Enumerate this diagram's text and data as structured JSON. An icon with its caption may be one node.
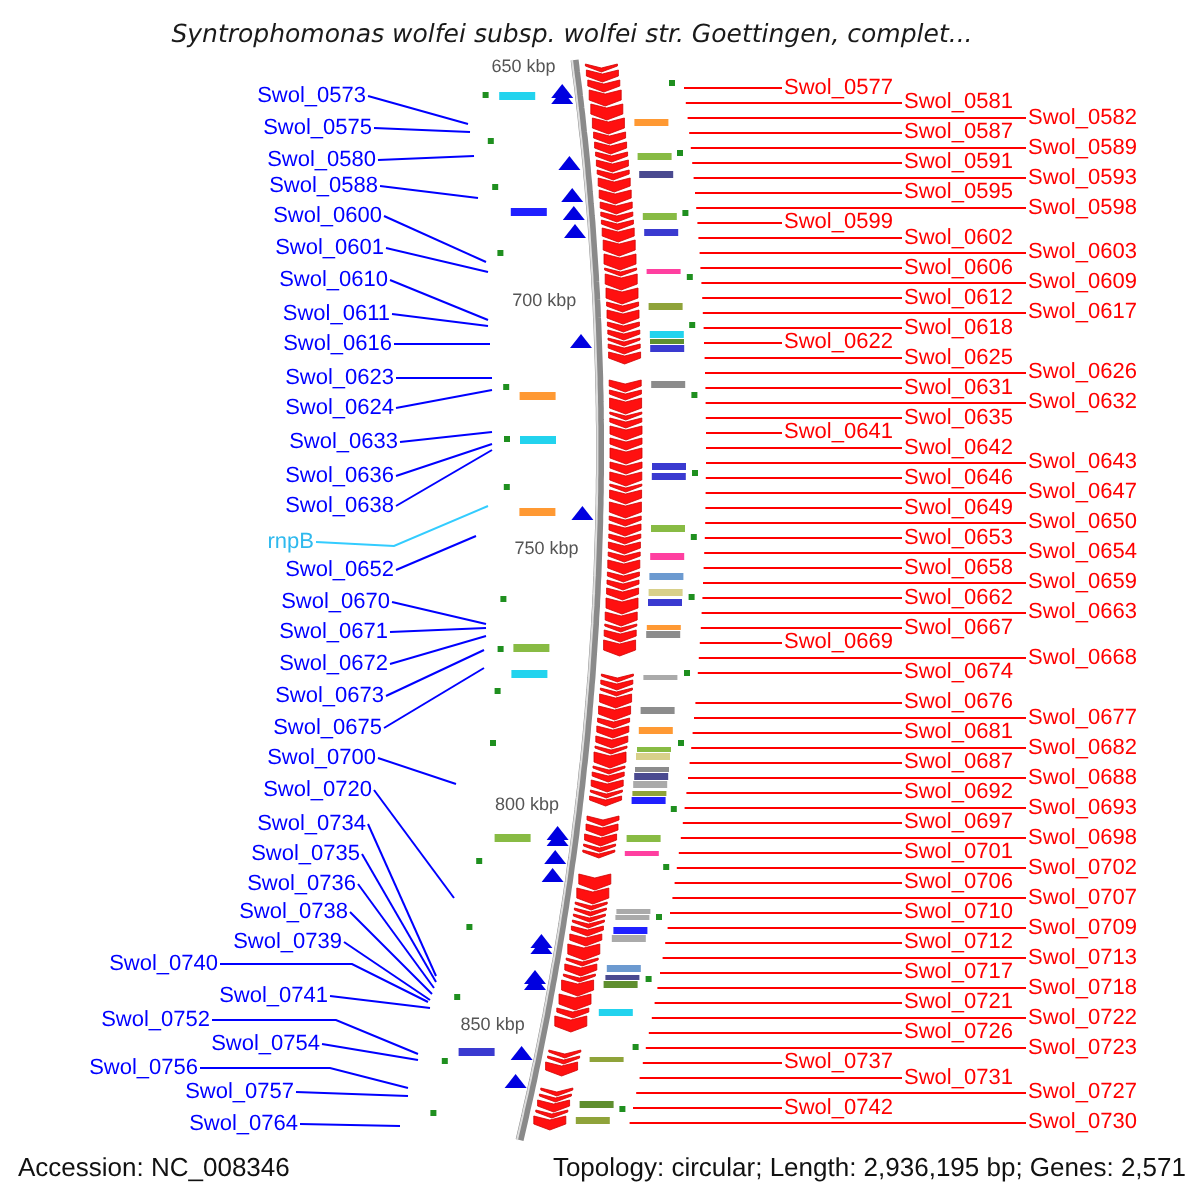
{
  "diagram": {
    "title": "Syntrophomonas wolfei subsp. wolfei str. Goettingen, complet...",
    "nodes": [
      {
        "text": [
          "Swol_0573"
        ]
      },
      {
        "text": [
          "Swol_0575"
        ]
      },
      {
        "text": [
          "Swol_0580"
        ]
      },
      {
        "text": [
          "Swol_0588"
        ]
      },
      {
        "text": [
          "Swol_0600"
        ]
      },
      {
        "text": [
          "Swol_0601"
        ]
      },
      {
        "text": [
          "Swol_0610"
        ]
      },
      {
        "text": [
          "Swol_0611"
        ]
      },
      {
        "text": [
          "Swol_0616"
        ]
      },
      {
        "text": [
          "Swol_0623"
        ]
      },
      {
        "text": [
          "Swol_0624"
        ]
      },
      {
        "text": [
          "Swol_0633"
        ]
      },
      {
        "text": [
          "Swol_0636"
        ]
      },
      {
        "text": [
          "Swol_0638"
        ]
      },
      {
        "text": [
          "rnpB"
        ]
      },
      {
        "text": [
          "Swol_0652"
        ]
      },
      {
        "text": [
          "Swol_0670"
        ]
      },
      {
        "text": [
          "Swol_0671"
        ]
      },
      {
        "text": [
          "Swol_0672"
        ]
      },
      {
        "text": [
          "Swol_0673"
        ]
      },
      {
        "text": [
          "Swol_0675"
        ]
      },
      {
        "text": [
          "Swol_0700"
        ]
      },
      {
        "text": [
          "Swol_0720"
        ]
      },
      {
        "text": [
          "Swol_0734"
        ]
      },
      {
        "text": [
          "Swol_0735"
        ]
      },
      {
        "text": [
          "Swol_0736"
        ]
      },
      {
        "text": [
          "Swol_0738"
        ]
      },
      {
        "text": [
          "Swol_0740"
        ]
      },
      {
        "text": [
          "Swol_0739"
        ]
      },
      {
        "text": [
          "Swol_0752"
        ]
      },
      {
        "text": [
          "Swol_0741"
        ]
      },
      {
        "text": [
          "Swol_0756"
        ]
      },
      {
        "text": [
          "Swol_0754"
        ]
      },
      {
        "text": [
          "Swol_0757"
        ]
      },
      {
        "text": [
          "Swol_0764"
        ]
      },
      {
        "text": [
          "Swol_0577"
        ]
      },
      {
        "text": [
          "Swol_0581"
        ]
      },
      {
        "text": [
          "Swol_0582"
        ]
      },
      {
        "text": [
          "Swol_0587"
        ]
      },
      {
        "text": [
          "Swol_0589"
        ]
      },
      {
        "text": [
          "Swol_0591"
        ]
      },
      {
        "text": [
          "Swol_0593"
        ]
      },
      {
        "text": [
          "Swol_0595"
        ]
      },
      {
        "text": [
          "Swol_0598"
        ]
      },
      {
        "text": [
          "Swol_0599"
        ]
      },
      {
        "text": [
          "Swol_0602"
        ]
      },
      {
        "text": [
          "Swol_0603"
        ]
      },
      {
        "text": [
          "Swol_0606"
        ]
      },
      {
        "text": [
          "Swol_0609"
        ]
      },
      {
        "text": [
          "Swol_0612"
        ]
      },
      {
        "text": [
          "Swol_0617"
        ]
      },
      {
        "text": [
          "Swol_0618"
        ]
      },
      {
        "text": [
          "Swol_0622"
        ]
      },
      {
        "text": [
          "Swol_0625"
        ]
      },
      {
        "text": [
          "Swol_0626"
        ]
      },
      {
        "text": [
          "Swol_0631"
        ]
      },
      {
        "text": [
          "Swol_0632"
        ]
      },
      {
        "text": [
          "Swol_0635"
        ]
      },
      {
        "text": [
          "Swol_0641"
        ]
      },
      {
        "text": [
          "Swol_0642"
        ]
      },
      {
        "text": [
          "Swol_0643"
        ]
      },
      {
        "text": [
          "Swol_0646"
        ]
      },
      {
        "text": [
          "Swol_0647"
        ]
      },
      {
        "text": [
          "Swol_0649"
        ]
      },
      {
        "text": [
          "Swol_0650"
        ]
      },
      {
        "text": [
          "Swol_0653"
        ]
      },
      {
        "text": [
          "Swol_0654"
        ]
      },
      {
        "text": [
          "Swol_0658"
        ]
      },
      {
        "text": [
          "Swol_0659"
        ]
      },
      {
        "text": [
          "Swol_0662"
        ]
      },
      {
        "text": [
          "Swol_0663"
        ]
      },
      {
        "text": [
          "Swol_0667"
        ]
      },
      {
        "text": [
          "Swol_0669"
        ]
      },
      {
        "text": [
          "Swol_0668"
        ]
      },
      {
        "text": [
          "Swol_0674"
        ]
      },
      {
        "text": [
          "Swol_0676"
        ]
      },
      {
        "text": [
          "Swol_0677"
        ]
      },
      {
        "text": [
          "Swol_0681"
        ]
      },
      {
        "text": [
          "Swol_0682"
        ]
      },
      {
        "text": [
          "Swol_0687"
        ]
      },
      {
        "text": [
          "Swol_0688"
        ]
      },
      {
        "text": [
          "Swol_0692"
        ]
      },
      {
        "text": [
          "Swol_0693"
        ]
      },
      {
        "text": [
          "Swol_0697"
        ]
      },
      {
        "text": [
          "Swol_0698"
        ]
      },
      {
        "text": [
          "Swol_0701"
        ]
      },
      {
        "text": [
          "Swol_0702"
        ]
      },
      {
        "text": [
          "Swol_0706"
        ]
      },
      {
        "text": [
          "Swol_0707"
        ]
      },
      {
        "text": [
          "Swol_0710"
        ]
      },
      {
        "text": [
          "Swol_0709"
        ]
      },
      {
        "text": [
          "Swol_0712"
        ]
      },
      {
        "text": [
          "Swol_0713"
        ]
      },
      {
        "text": [
          "Swol_0717"
        ]
      },
      {
        "text": [
          "Swol_0718"
        ]
      },
      {
        "text": [
          "Swol_0721"
        ]
      },
      {
        "text": [
          "Swol_0722"
        ]
      },
      {
        "text": [
          "Swol_0726"
        ]
      },
      {
        "text": [
          "Swol_0723"
        ]
      },
      {
        "text": [
          "Swol_0737"
        ]
      },
      {
        "text": [
          "Swol_0731"
        ]
      },
      {
        "text": [
          "Swol_0727"
        ]
      },
      {
        "text": [
          "Swol_0742"
        ]
      },
      {
        "text": [
          "Swol_0730"
        ]
      }
    ],
    "edges": [
      {
        "from": 0,
        "to": null,
        "arrow": "none",
        "color": "#0000ff"
      },
      {
        "from": 1,
        "to": null,
        "arrow": "none",
        "color": "#0000ff"
      },
      {
        "from": 2,
        "to": null,
        "arrow": "none",
        "color": "#0000ff"
      },
      {
        "from": 3,
        "to": null,
        "arrow": "none",
        "color": "#0000ff"
      },
      {
        "from": 4,
        "to": null,
        "arrow": "none",
        "color": "#0000ff"
      },
      {
        "from": 5,
        "to": null,
        "arrow": "none",
        "color": "#0000ff"
      },
      {
        "from": 6,
        "to": null,
        "arrow": "none",
        "color": "#0000ff"
      },
      {
        "from": 7,
        "to": null,
        "arrow": "none",
        "color": "#0000ff"
      },
      {
        "from": 8,
        "to": null,
        "arrow": "none",
        "color": "#0000ff"
      },
      {
        "from": 9,
        "to": null,
        "arrow": "none",
        "color": "#0000ff"
      },
      {
        "from": 10,
        "to": null,
        "arrow": "none",
        "color": "#0000ff"
      },
      {
        "from": 11,
        "to": null,
        "arrow": "none",
        "color": "#0000ff"
      },
      {
        "from": 12,
        "to": null,
        "arrow": "none",
        "color": "#0000ff"
      },
      {
        "from": 13,
        "to": null,
        "arrow": "none",
        "color": "#0000ff"
      },
      {
        "from": 14,
        "to": null,
        "arrow": "none",
        "color": "#33ccff"
      },
      {
        "from": 15,
        "to": null,
        "arrow": "none",
        "color": "#0000ff"
      },
      {
        "from": 16,
        "to": null,
        "arrow": "none",
        "color": "#0000ff"
      },
      {
        "from": 17,
        "to": null,
        "arrow": "none",
        "color": "#0000ff"
      },
      {
        "from": 18,
        "to": null,
        "arrow": "none",
        "color": "#0000ff"
      },
      {
        "from": 19,
        "to": null,
        "arrow": "none",
        "color": "#0000ff"
      },
      {
        "from": 20,
        "to": null,
        "arrow": "none",
        "color": "#0000ff"
      },
      {
        "from": 21,
        "to": null,
        "arrow": "none",
        "color": "#0000ff"
      },
      {
        "from": 22,
        "to": null,
        "arrow": "none",
        "color": "#0000ff"
      },
      {
        "from": 23,
        "to": null,
        "arrow": "none",
        "color": "#0000ff"
      },
      {
        "from": 24,
        "to": null,
        "arrow": "none",
        "color": "#0000ff"
      },
      {
        "from": 25,
        "to": null,
        "arrow": "none",
        "color": "#0000ff"
      },
      {
        "from": 26,
        "to": null,
        "arrow": "none",
        "color": "#0000ff"
      },
      {
        "from": 27,
        "to": null,
        "arrow": "none",
        "color": "#0000ff"
      },
      {
        "from": 28,
        "to": null,
        "arrow": "none",
        "color": "#0000ff"
      },
      {
        "from": 29,
        "to": null,
        "arrow": "none",
        "color": "#0000ff"
      },
      {
        "from": 30,
        "to": null,
        "arrow": "none",
        "color": "#0000ff"
      },
      {
        "from": 31,
        "to": null,
        "arrow": "none",
        "color": "#0000ff"
      },
      {
        "from": 32,
        "to": null,
        "arrow": "none",
        "color": "#0000ff"
      },
      {
        "from": 33,
        "to": null,
        "arrow": "none",
        "color": "#0000ff"
      },
      {
        "from": 34,
        "to": null,
        "arrow": "none",
        "color": "#0000ff"
      },
      {
        "from": 35,
        "to": null,
        "arrow": "none"
      },
      {
        "from": 36,
        "to": null,
        "arrow": "none"
      },
      {
        "from": 37,
        "to": null,
        "arrow": "none"
      },
      {
        "from": 38,
        "to": null,
        "arrow": "none"
      },
      {
        "from": 39,
        "to": null,
        "arrow": "none"
      },
      {
        "from": 40,
        "to": null,
        "arrow": "none"
      },
      {
        "from": 41,
        "to": null,
        "arrow": "none"
      },
      {
        "from": 42,
        "to": null,
        "arrow": "none"
      },
      {
        "from": 43,
        "to": null,
        "arrow": "none"
      },
      {
        "from": 44,
        "to": null,
        "arrow": "none"
      },
      {
        "from": 45,
        "to": null,
        "arrow": "none"
      },
      {
        "from": 46,
        "to": null,
        "arrow": "none"
      },
      {
        "from": 47,
        "to": null,
        "arrow": "none"
      },
      {
        "from": 48,
        "to": null,
        "arrow": "none"
      },
      {
        "from": 49,
        "to": null,
        "arrow": "none"
      },
      {
        "from": 50,
        "to": null,
        "arrow": "none"
      },
      {
        "from": 51,
        "to": null,
        "arrow": "none"
      },
      {
        "from": 52,
        "to": null,
        "arrow": "none"
      },
      {
        "from": 53,
        "to": null,
        "arrow": "none"
      },
      {
        "from": 54,
        "to": null,
        "arrow": "none"
      },
      {
        "from": 55,
        "to": null,
        "arrow": "none"
      },
      {
        "from": 56,
        "to": null,
        "arrow": "none"
      },
      {
        "from": 57,
        "to": null,
        "arrow": "none"
      },
      {
        "from": 58,
        "to": null,
        "arrow": "none"
      },
      {
        "from": 59,
        "to": null,
        "arrow": "none"
      },
      {
        "from": 60,
        "to": null,
        "arrow": "none"
      },
      {
        "from": 61,
        "to": null,
        "arrow": "none"
      },
      {
        "from": 62,
        "to": null,
        "arrow": "none"
      },
      {
        "from": 63,
        "to": null,
        "arrow": "none"
      },
      {
        "from": 64,
        "to": null,
        "arrow": "none"
      },
      {
        "from": 65,
        "to": null,
        "arrow": "none"
      },
      {
        "from": 66,
        "to": null,
        "arrow": "none"
      },
      {
        "from": 67,
        "to": null,
        "arrow": "none"
      },
      {
        "from": 68,
        "to": null,
        "arrow": "none"
      },
      {
        "from": 69,
        "to": null,
        "arrow": "none"
      },
      {
        "from": 70,
        "to": null,
        "arrow": "none"
      },
      {
        "from": 71,
        "to": null,
        "arrow": "none"
      },
      {
        "from": 72,
        "to": null,
        "arrow": "none"
      },
      {
        "from": 73,
        "to": null,
        "arrow": "none"
      },
      {
        "from": 74,
        "to": null,
        "arrow": "none"
      },
      {
        "from": 75,
        "to": null,
        "arrow": "none"
      },
      {
        "from": 76,
        "to": null,
        "arrow": "none"
      },
      {
        "from": 77,
        "to": null,
        "arrow": "none"
      },
      {
        "from": 78,
        "to": null,
        "arrow": "none"
      },
      {
        "from": 79,
        "to": null,
        "arrow": "none"
      },
      {
        "from": 80,
        "to": null,
        "arrow": "none"
      },
      {
        "from": 81,
        "to": null,
        "arrow": "none"
      },
      {
        "from": 82,
        "to": null,
        "arrow": "none"
      },
      {
        "from": 83,
        "to": null,
        "arrow": "none"
      },
      {
        "from": 84,
        "to": null,
        "arrow": "none"
      },
      {
        "from": 85,
        "to": null,
        "arrow": "none"
      },
      {
        "from": 86,
        "to": null,
        "arrow": "none"
      },
      {
        "from": 87,
        "to": null,
        "arrow": "none"
      },
      {
        "from": 88,
        "to": null,
        "arrow": "none"
      },
      {
        "from": 89,
        "to": null,
        "arrow": "none"
      },
      {
        "from": 90,
        "to": null,
        "arrow": "none"
      },
      {
        "from": 91,
        "to": null,
        "arrow": "none"
      },
      {
        "from": 92,
        "to": null,
        "arrow": "none"
      },
      {
        "from": 93,
        "to": null,
        "arrow": "none"
      },
      {
        "from": 94,
        "to": null,
        "arrow": "none"
      },
      {
        "from": 95,
        "to": null,
        "arrow": "none"
      },
      {
        "from": 96,
        "to": null,
        "arrow": "none"
      },
      {
        "from": 97,
        "to": null,
        "arrow": "none"
      },
      {
        "from": 98,
        "to": null,
        "arrow": "none"
      },
      {
        "from": 99,
        "to": null,
        "arrow": "none"
      },
      {
        "from": 100,
        "to": null,
        "arrow": "none"
      },
      {
        "from": 101,
        "to": null,
        "arrow": "none"
      },
      {
        "from": 102,
        "to": null,
        "arrow": "none"
      },
      {
        "from": 103,
        "to": null,
        "arrow": "none"
      }
    ],
    "labels": [
      "650 kbp",
      "700 kbp",
      "750 kbp",
      "800 kbp",
      "850 kbp",
      "Accession: NC_008346",
      "Topology: circular; Length: 2,936,195 bp; Genes: 2,571"
    ]
  }
}
